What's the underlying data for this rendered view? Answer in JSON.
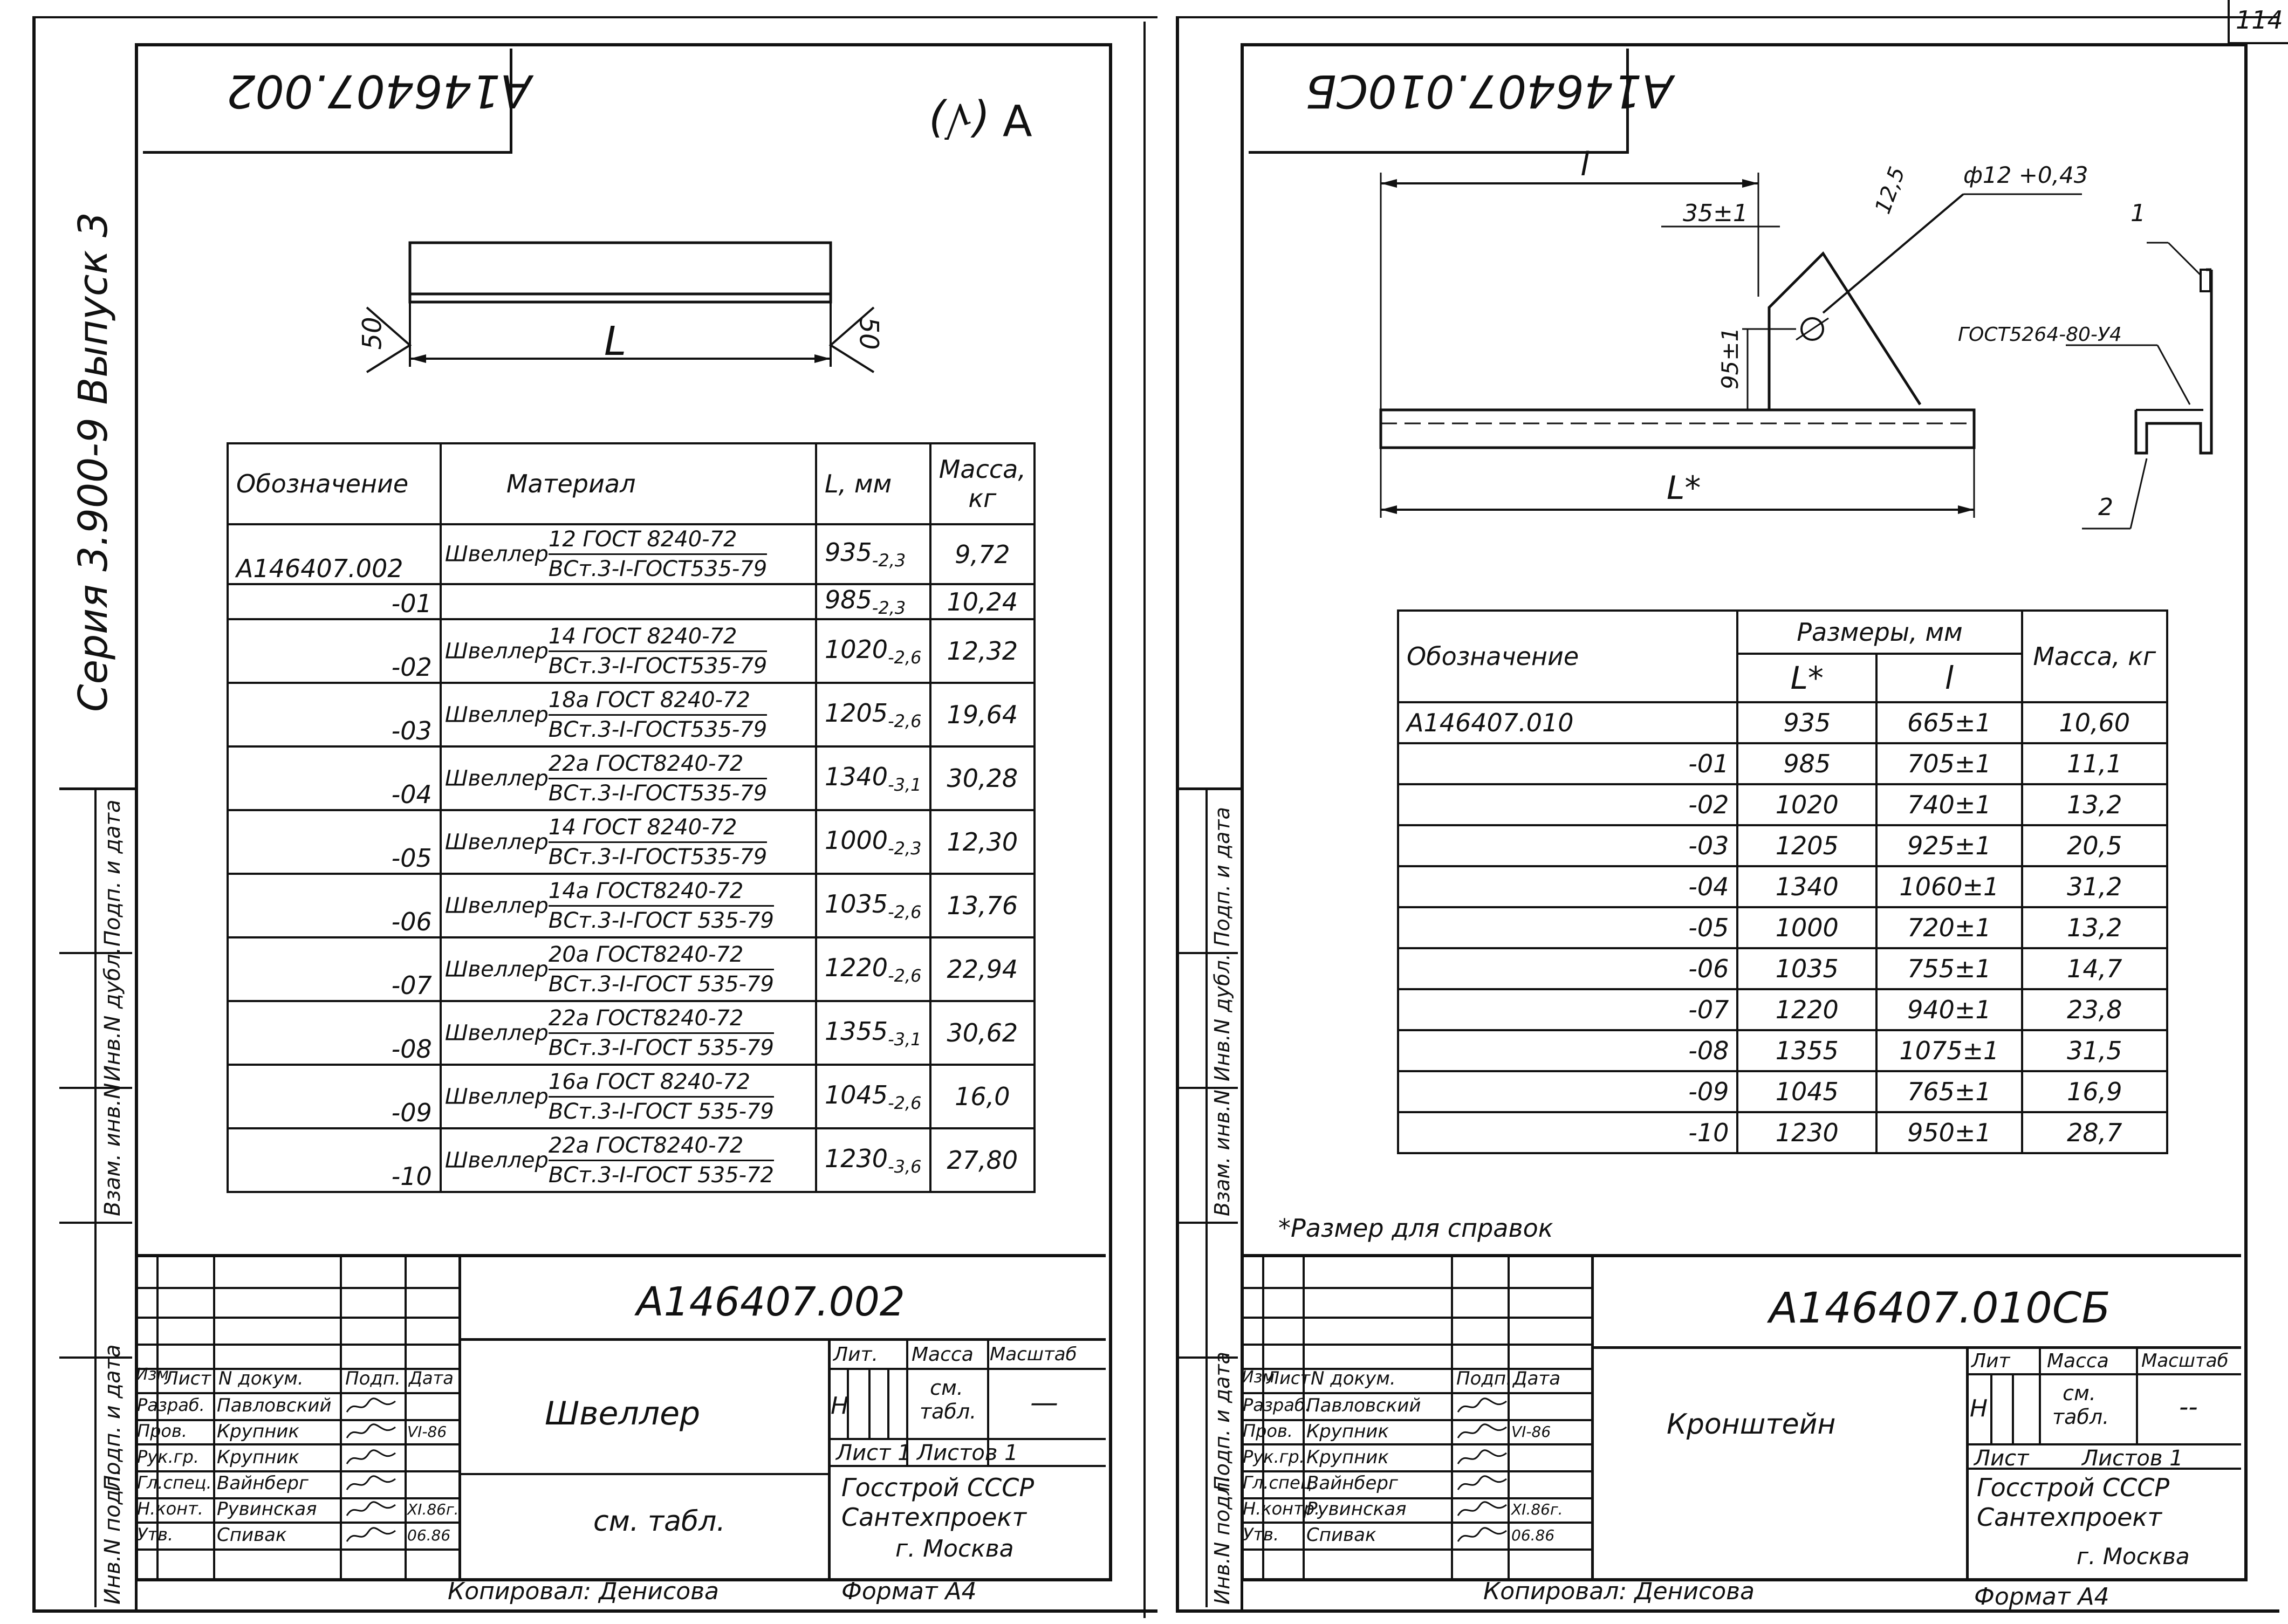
{
  "page_number": "114",
  "left": {
    "stamp_code": "А146407.002",
    "roughness_mark": "∀ (√)",
    "vertical_series": "Серия 3.900-9 Выпуск 3",
    "side_labels": [
      "Инв.N подл.",
      "Подп. и дата",
      "Взам. инв.N",
      "Инв.N дубл.",
      "Подп. и дата"
    ],
    "drawing": {
      "dim_L": "L",
      "weld_left": "50",
      "weld_right": "50"
    },
    "table": {
      "headers": [
        "Обозначение",
        "Материал",
        "L, мм",
        "Масса, кг"
      ],
      "rows": [
        {
          "code": "А146407.002",
          "mat_top": "12 ГОСТ 8240-72",
          "mat_bottom": "ВСт.3-I-ГОСТ535-79",
          "L": "935",
          "tol": "-2,3",
          "mass": "9,72"
        },
        {
          "code": "-01",
          "mat_top": "",
          "mat_bottom": "",
          "L": "985",
          "tol": "-2,3",
          "mass": "10,24"
        },
        {
          "code": "-02",
          "mat_top": "14 ГОСТ 8240-72",
          "mat_bottom": "ВСт.3-I-ГОСТ535-79",
          "L": "1020",
          "tol": "-2,6",
          "mass": "12,32"
        },
        {
          "code": "-03",
          "mat_top": "18а ГОСТ 8240-72",
          "mat_bottom": "ВСт.3-I-ГОСТ535-79",
          "L": "1205",
          "tol": "-2,6",
          "mass": "19,64"
        },
        {
          "code": "-04",
          "mat_top": "22а ГОСТ8240-72",
          "mat_bottom": "ВСт.3-I-ГОСТ535-79",
          "L": "1340",
          "tol": "-3,1",
          "mass": "30,28"
        },
        {
          "code": "-05",
          "mat_top": "14 ГОСТ 8240-72",
          "mat_bottom": "ВСт.3-I-ГОСТ535-79",
          "L": "1000",
          "tol": "-2,3",
          "mass": "12,30"
        },
        {
          "code": "-06",
          "mat_top": "14а ГОСТ8240-72",
          "mat_bottom": "ВСт.3-I-ГОСТ 535-79",
          "L": "1035",
          "tol": "-2,6",
          "mass": "13,76"
        },
        {
          "code": "-07",
          "mat_top": "20а ГОСТ8240-72",
          "mat_bottom": "ВСт.3-I-ГОСТ 535-79",
          "L": "1220",
          "tol": "-2,6",
          "mass": "22,94"
        },
        {
          "code": "-08",
          "mat_top": "22а ГОСТ8240-72",
          "mat_bottom": "ВСт.3-I-ГОСТ 535-79",
          "L": "1355",
          "tol": "-3,1",
          "mass": "30,62"
        },
        {
          "code": "-09",
          "mat_top": "16а ГОСТ 8240-72",
          "mat_bottom": "ВСт.3-I-ГОСТ 535-79",
          "L": "1045",
          "tol": "-2,6",
          "mass": "16,0"
        },
        {
          "code": "-10",
          "mat_top": "22а ГОСТ8240-72",
          "mat_bottom": "ВСт.3-I-ГОСТ 535-72",
          "L": "1230",
          "tol": "-3,6",
          "mass": "27,80"
        }
      ],
      "material_word": "Швеллер"
    },
    "title_block": {
      "code": "А146407.002",
      "name": "Швеллер",
      "material": "см. табл.",
      "lit_header": "Лит.",
      "mass_header": "Масса",
      "scale_header": "Масштаб",
      "lit_value": "Н",
      "mass_value": "см. табл.",
      "scale_value": "—",
      "sheet": "Лист 1",
      "sheets": "Листов 1",
      "org_1": "Госстрой СССР",
      "org_2": "Сантехпроект",
      "org_3": "г. Москва",
      "col_headers": [
        "Изм",
        "Лист",
        "N докум.",
        "Подп.",
        "Дата"
      ],
      "people": [
        {
          "role": "Разраб.",
          "name": "Павловский",
          "date": ""
        },
        {
          "role": "Пров.",
          "name": "Крупник",
          "date": "VI-86"
        },
        {
          "role": "Рук.гр.",
          "name": "Крупник",
          "date": ""
        },
        {
          "role": "Гл.спец.",
          "name": "Вайнберг",
          "date": ""
        },
        {
          "role": "Н.конт.",
          "name": "Рувинская",
          "date": "XI.86г."
        },
        {
          "role": "Утв.",
          "name": "Спивак",
          "date": "06.86"
        }
      ],
      "copied": "Копировал: Денисова",
      "format": "Формат А4"
    }
  },
  "right": {
    "stamp_code": "А146407.010СБ",
    "side_labels": [
      "Инв.N подл.",
      "Подп. и дата",
      "Взам. инв.N",
      "Инв.N дубл.",
      "Подп. и дата"
    ],
    "drawing": {
      "dim_l": "l",
      "dim_35": "35±1",
      "dim_95": "95±1",
      "dim_Lstar": "L*",
      "angle": "12,5",
      "hole": "ф12 +0,43",
      "callout_1": "1",
      "callout_2": "2",
      "gost": "ГОСТ5264-80-У4"
    },
    "table": {
      "header_code": "Обозначение",
      "header_sizes": "Размеры, мм",
      "header_Lstar": "L*",
      "header_l": "l",
      "header_mass": "Масса, кг",
      "rows": [
        {
          "code": "А146407.010",
          "Lstar": "935",
          "l": "665±1",
          "mass": "10,60"
        },
        {
          "code": "-01",
          "Lstar": "985",
          "l": "705±1",
          "mass": "11,1"
        },
        {
          "code": "-02",
          "Lstar": "1020",
          "l": "740±1",
          "mass": "13,2"
        },
        {
          "code": "-03",
          "Lstar": "1205",
          "l": "925±1",
          "mass": "20,5"
        },
        {
          "code": "-04",
          "Lstar": "1340",
          "l": "1060±1",
          "mass": "31,2"
        },
        {
          "code": "-05",
          "Lstar": "1000",
          "l": "720±1",
          "mass": "13,2"
        },
        {
          "code": "-06",
          "Lstar": "1035",
          "l": "755±1",
          "mass": "14,7"
        },
        {
          "code": "-07",
          "Lstar": "1220",
          "l": "940±1",
          "mass": "23,8"
        },
        {
          "code": "-08",
          "Lstar": "1355",
          "l": "1075±1",
          "mass": "31,5"
        },
        {
          "code": "-09",
          "Lstar": "1045",
          "l": "765±1",
          "mass": "16,9"
        },
        {
          "code": "-10",
          "Lstar": "1230",
          "l": "950±1",
          "mass": "28,7"
        }
      ]
    },
    "note": "*Размер для справок",
    "title_block": {
      "code": "А146407.010СБ",
      "name": "Кронштейн",
      "lit_header": "Лит",
      "mass_header": "Масса",
      "scale_header": "Масштаб",
      "lit_value": "Н",
      "mass_value": "см. табл.",
      "scale_value": "--",
      "sheet": "Лист",
      "sheets": "Листов 1",
      "org_1": "Госстрой СССР",
      "org_2": "Сантехпроект",
      "org_3": "г. Москва",
      "col_headers": [
        "Изм",
        "Лист",
        "N докум.",
        "Подп.",
        "Дата"
      ],
      "people": [
        {
          "role": "Разраб.",
          "name": "Павловский",
          "date": ""
        },
        {
          "role": "Пров.",
          "name": "Крупник",
          "date": "VI-86"
        },
        {
          "role": "Рук.гр.",
          "name": "Крупник",
          "date": ""
        },
        {
          "role": "Гл.спец.",
          "name": "Вайнберг",
          "date": ""
        },
        {
          "role": "Н.контр.",
          "name": "Рувинская",
          "date": "XI.86г."
        },
        {
          "role": "Утв.",
          "name": "Спивак",
          "date": "06.86"
        }
      ],
      "copied": "Копировал: Денисова",
      "format": "Формат А4"
    }
  }
}
